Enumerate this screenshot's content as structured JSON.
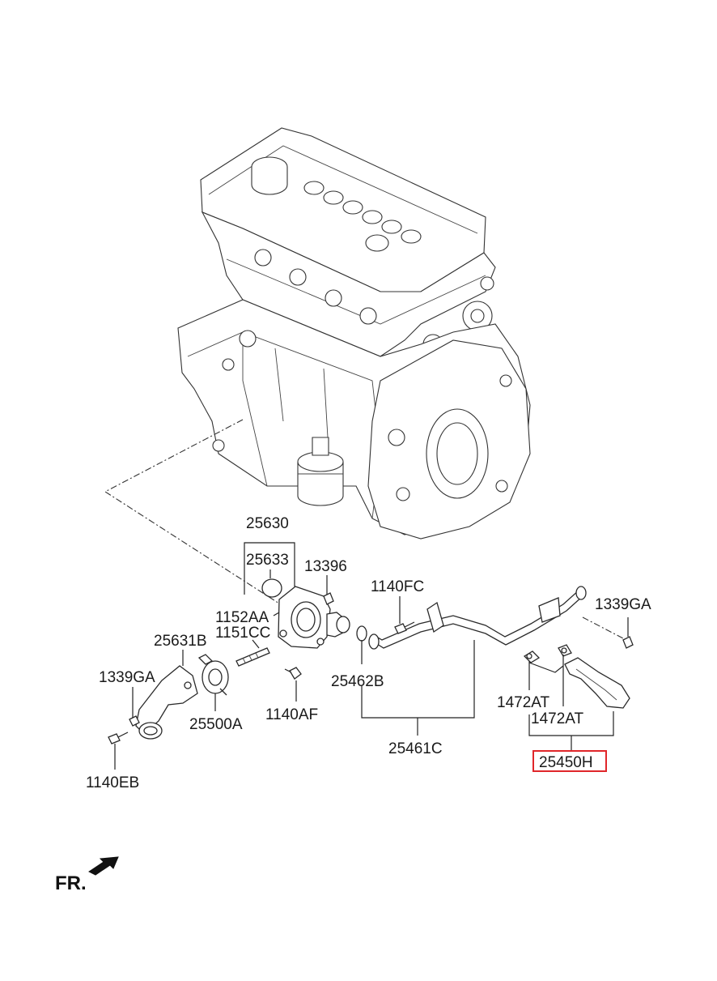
{
  "labels": {
    "p25630": "25630",
    "p25633": "25633",
    "p13396": "13396",
    "p1140FC": "1140FC",
    "p1339GA_right": "1339GA",
    "p1152AA": "1152AA",
    "p1151CC": "1151CC",
    "p25631B": "25631B",
    "p1339GA_left": "1339GA",
    "p25462B": "25462B",
    "p25500A": "25500A",
    "p1140AF": "1140AF",
    "p1472AT_a": "1472AT",
    "p1472AT_b": "1472AT",
    "p25461C": "25461C",
    "p25450H": "25450H",
    "p1140EB": "1140EB"
  },
  "front_indicator": "FR.",
  "highlight_color": "#e0262a",
  "highlighted_part": "25450H"
}
